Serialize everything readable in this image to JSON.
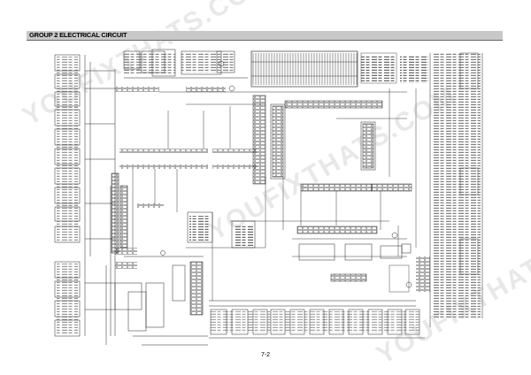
{
  "header": {
    "title": "GROUP 2 ELECTRICAL CIRCUIT"
  },
  "footer": {
    "page_number": "7-2"
  },
  "watermark": {
    "text": "YOUFIXTHATS.COM"
  },
  "colors": {
    "header_bar": "#c8c8c8",
    "line": "#1a1a1a"
  }
}
